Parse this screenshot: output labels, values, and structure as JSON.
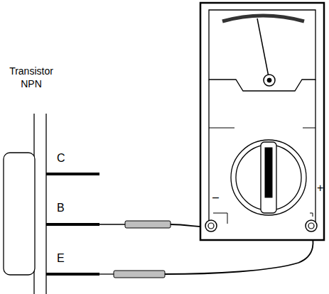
{
  "diagram": {
    "labels": [
      "Transistor NPN",
      "C",
      "B",
      "E",
      "–",
      "+"
    ]
  }
}
